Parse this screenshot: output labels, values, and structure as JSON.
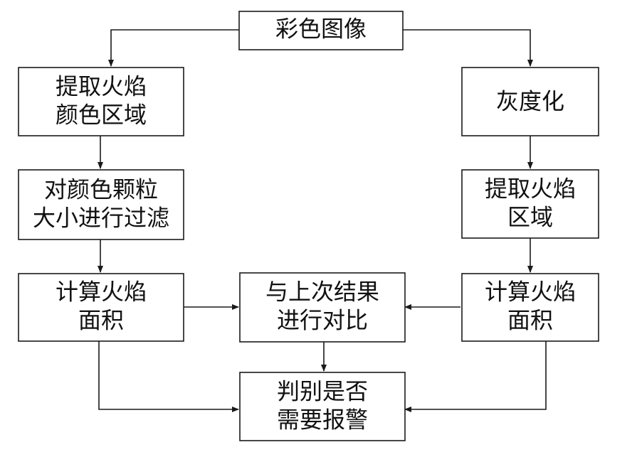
{
  "nodes": {
    "color_image": [
      "彩色图像"
    ],
    "extract_fire_color_region": [
      "提取火焰",
      "颜色区域"
    ],
    "filter_color_particles": [
      "对颜色颗粒",
      "大小进行过滤"
    ],
    "calc_fire_area_left": [
      "计算火焰",
      "面积"
    ],
    "compare_with_last": [
      "与上次结果",
      "进行对比"
    ],
    "judge_alarm": [
      "判别是否",
      "需要报警"
    ],
    "grayscale": [
      "灰度化"
    ],
    "extract_fire_region": [
      "提取火焰",
      "区域"
    ],
    "calc_fire_area_right": [
      "计算火焰",
      "面积"
    ]
  },
  "edges": [
    [
      "color_image",
      "extract_fire_color_region"
    ],
    [
      "color_image",
      "grayscale"
    ],
    [
      "extract_fire_color_region",
      "filter_color_particles"
    ],
    [
      "filter_color_particles",
      "calc_fire_area_left"
    ],
    [
      "calc_fire_area_left",
      "compare_with_last"
    ],
    [
      "calc_fire_area_left",
      "judge_alarm"
    ],
    [
      "grayscale",
      "extract_fire_region"
    ],
    [
      "extract_fire_region",
      "calc_fire_area_right"
    ],
    [
      "calc_fire_area_right",
      "compare_with_last"
    ],
    [
      "calc_fire_area_right",
      "judge_alarm"
    ],
    [
      "compare_with_last",
      "judge_alarm"
    ]
  ],
  "colors": {
    "stroke": "#1a1a1a",
    "text": "#111111",
    "background": "#ffffff"
  }
}
